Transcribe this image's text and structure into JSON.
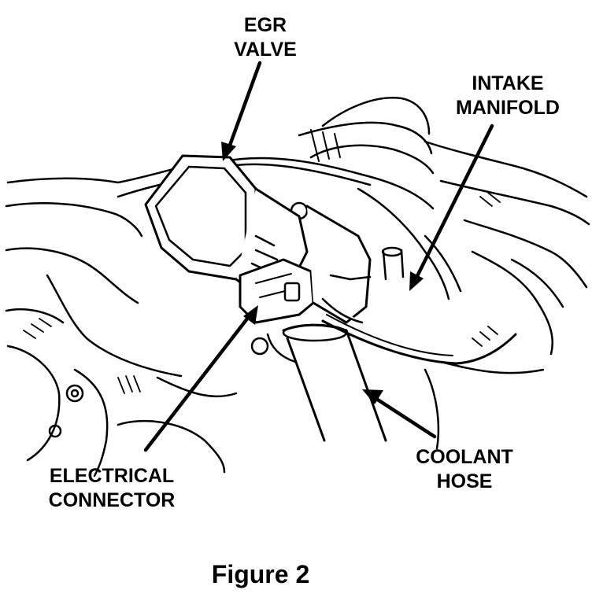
{
  "labels": {
    "egr_valve": [
      "EGR",
      "VALVE"
    ],
    "intake_manifold": [
      "INTAKE",
      "MANIFOLD"
    ],
    "coolant_hose": [
      "COOLANT",
      "HOSE"
    ],
    "electrical_connector": [
      "ELECTRICAL",
      "CONNECTOR"
    ]
  },
  "caption": "Figure 2"
}
